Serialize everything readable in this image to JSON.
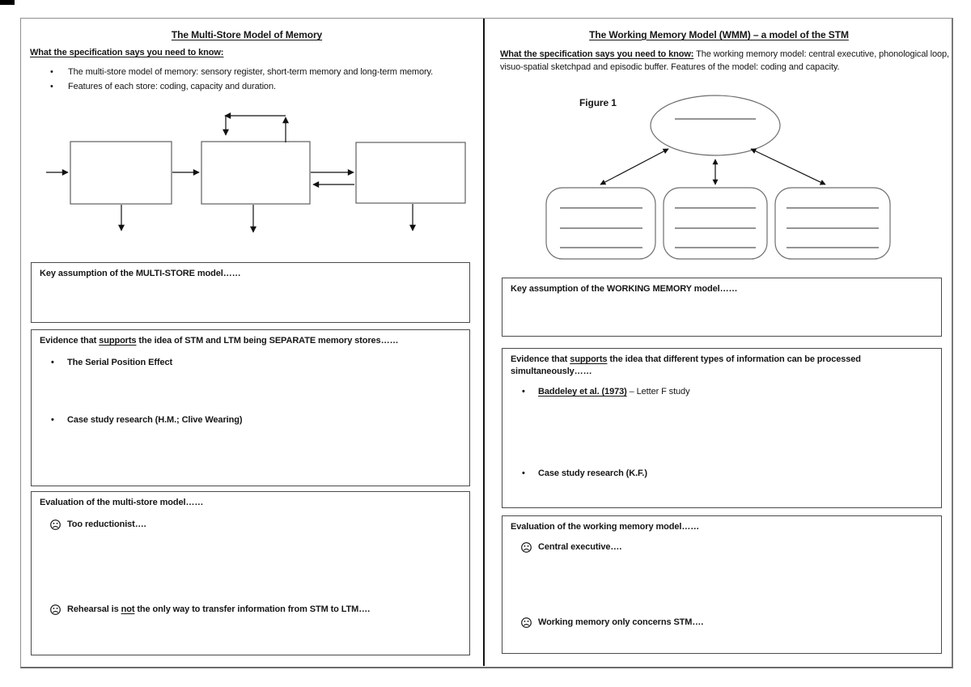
{
  "left_page": {
    "title": "The Multi-Store Model of Memory",
    "spec_heading": "What the specification says you need to know:",
    "spec_bullets": [
      "The multi-store model of memory: sensory register, short-term memory and long-term memory.",
      "Features of each store: coding, capacity and duration."
    ],
    "key_assumption_heading": "Key assumption of the MULTI-STORE model……",
    "evidence": {
      "heading_pre": "Evidence that ",
      "heading_underlined": "supports",
      "heading_post": " the idea of STM and LTM being SEPARATE memory stores……",
      "bullet1": "The Serial Position Effect",
      "bullet2": "Case study research (H.M.; Clive Wearing)"
    },
    "evaluation": {
      "heading": "Evaluation of the multi-store model……",
      "item1": "Too reductionist….",
      "item2_pre": "Rehearsal is ",
      "item2_underlined": "not",
      "item2_post": " the only way to transfer information from STM to LTM…."
    }
  },
  "right_page": {
    "title": "The Working Memory Model (WMM) – a model of the STM",
    "spec_heading": "What the specification says you need to know:",
    "spec_text": " The working memory model: central executive, phonological loop, visuo-spatial sketchpad and episodic buffer. Features of the model: coding and capacity.",
    "figure_label": "Figure 1",
    "key_assumption_heading": "Key assumption of the WORKING MEMORY model……",
    "evidence": {
      "heading_pre": "Evidence that ",
      "heading_underlined": "supports",
      "heading_post": " the idea that different types of information can be processed simultaneously……",
      "bullet1_underlined": "Baddeley et al. (1973)",
      "bullet1_post": " – Letter F study",
      "bullet2": "Case study research (K.F.)"
    },
    "evaluation": {
      "heading": "Evaluation of the working memory model……",
      "item1": "Central executive….",
      "item2": "Working memory only concerns STM…."
    }
  },
  "colors": {
    "ink": "#161616",
    "box_border": "#4a4a4a",
    "page_border": "#8f8f8f",
    "figure_line": "#555555"
  }
}
